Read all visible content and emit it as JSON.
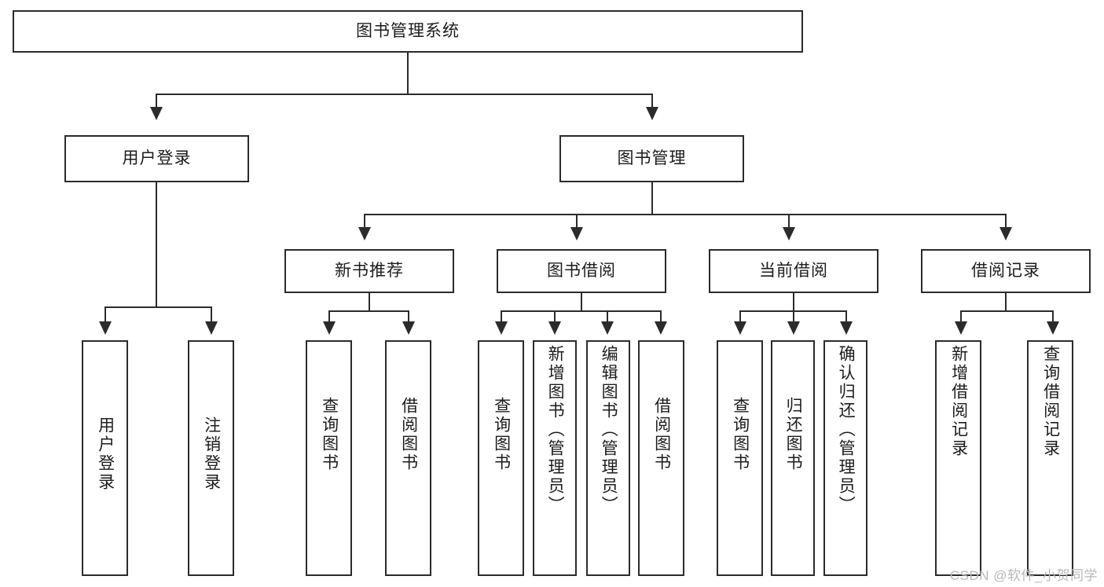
{
  "diagram": {
    "title": "图书管理系统",
    "type": "hierarchy-tree",
    "watermark": "CSDN @软件_小贺同学",
    "colors": {
      "stroke": "#2b2b2b",
      "fill": "#ffffff",
      "text": "#1c1c1c",
      "watermark": "#b8b8b8"
    },
    "levels": {
      "root": {
        "label": "图书管理系统"
      },
      "level2": [
        {
          "label": "用户登录"
        },
        {
          "label": "图书管理"
        }
      ],
      "level3": [
        {
          "label": "新书推荐"
        },
        {
          "label": "图书借阅"
        },
        {
          "label": "当前借阅"
        },
        {
          "label": "借阅记录"
        }
      ],
      "leaves": {
        "user_login": [
          {
            "label": "用户登录"
          },
          {
            "label": "注销登录"
          }
        ],
        "new_book_recommend": [
          {
            "label": "查询图书"
          },
          {
            "label": "借阅图书"
          }
        ],
        "book_borrow": [
          {
            "label": "查询图书"
          },
          {
            "label": "新增图书（管理员）"
          },
          {
            "label": "编辑图书（管理员）"
          },
          {
            "label": "借阅图书"
          }
        ],
        "current_borrow": [
          {
            "label": "查询图书"
          },
          {
            "label": "归还图书"
          },
          {
            "label": "确认归还（管理员）"
          }
        ],
        "borrow_record": [
          {
            "label": "新增借阅记录"
          },
          {
            "label": "查询借阅记录"
          }
        ]
      }
    }
  }
}
